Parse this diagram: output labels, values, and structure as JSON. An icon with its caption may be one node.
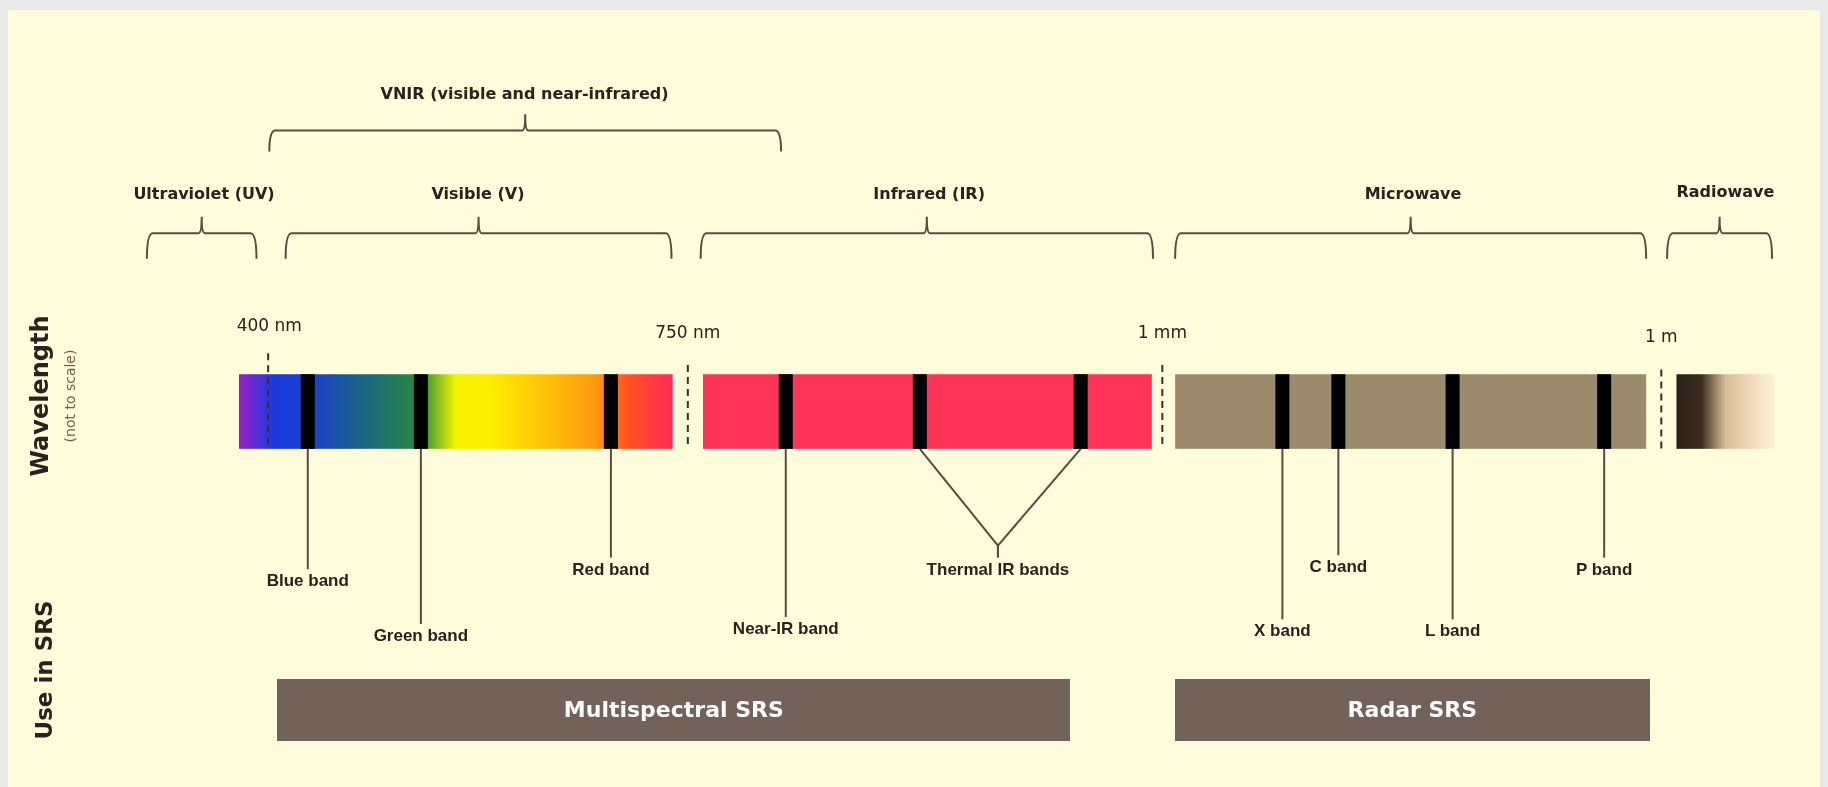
{
  "diagram": {
    "nodes": [
      {
        "text": [],
        "shape": "bar"
      },
      {
        "text": [],
        "shape": "bar"
      },
      {
        "text": [],
        "shape": "bar"
      },
      {
        "text": [],
        "shape": "bar"
      },
      {
        "text": [],
        "shape": "bar"
      },
      {
        "text": [],
        "shape": "bar"
      },
      {
        "text": [],
        "shape": "bar"
      },
      {
        "text": [],
        "shape": "bar"
      },
      {
        "text": [],
        "shape": "bar"
      },
      {
        "text": [],
        "shape": "bar"
      },
      {
        "text": [
          "Blue band"
        ]
      },
      {
        "text": [
          "Green band"
        ]
      },
      {
        "text": [
          "Red band"
        ]
      },
      {
        "text": [
          "Near-IR band"
        ]
      },
      {
        "text": [
          "Thermal IR bands"
        ]
      },
      {
        "text": [
          "X band"
        ]
      },
      {
        "text": [
          "C band"
        ]
      },
      {
        "text": [
          "L band"
        ]
      },
      {
        "text": [
          "P band"
        ]
      },
      {
        "text": [
          "Multispectral SRS"
        ]
      },
      {
        "text": [
          "Radar SRS"
        ]
      }
    ],
    "edges": [
      {
        "from": 10,
        "to": 0,
        "arrow": "none"
      },
      {
        "from": 11,
        "to": 1,
        "arrow": "none"
      },
      {
        "from": 12,
        "to": 2,
        "arrow": "none"
      },
      {
        "from": 13,
        "to": 3,
        "arrow": "none"
      },
      {
        "from": 14,
        "to": 4,
        "arrow": "none"
      },
      {
        "from": 14,
        "to": 5,
        "arrow": "none"
      },
      {
        "from": 15,
        "to": 6,
        "arrow": "none"
      },
      {
        "from": 16,
        "to": 7,
        "arrow": "none"
      },
      {
        "from": 17,
        "to": 8,
        "arrow": "none"
      },
      {
        "from": 18,
        "to": 9,
        "arrow": "none"
      }
    ],
    "labels": [
      "VNIR (visible and near-infrared)",
      "Ultraviolet (UV)",
      "Visible (V)",
      "Infrared (IR)",
      "Microwave",
      "Radiowave",
      "400 nm",
      "750 nm",
      "1 mm",
      "1 m",
      "Wavelength",
      "(not to scale)",
      "Use in SRS"
    ]
  }
}
